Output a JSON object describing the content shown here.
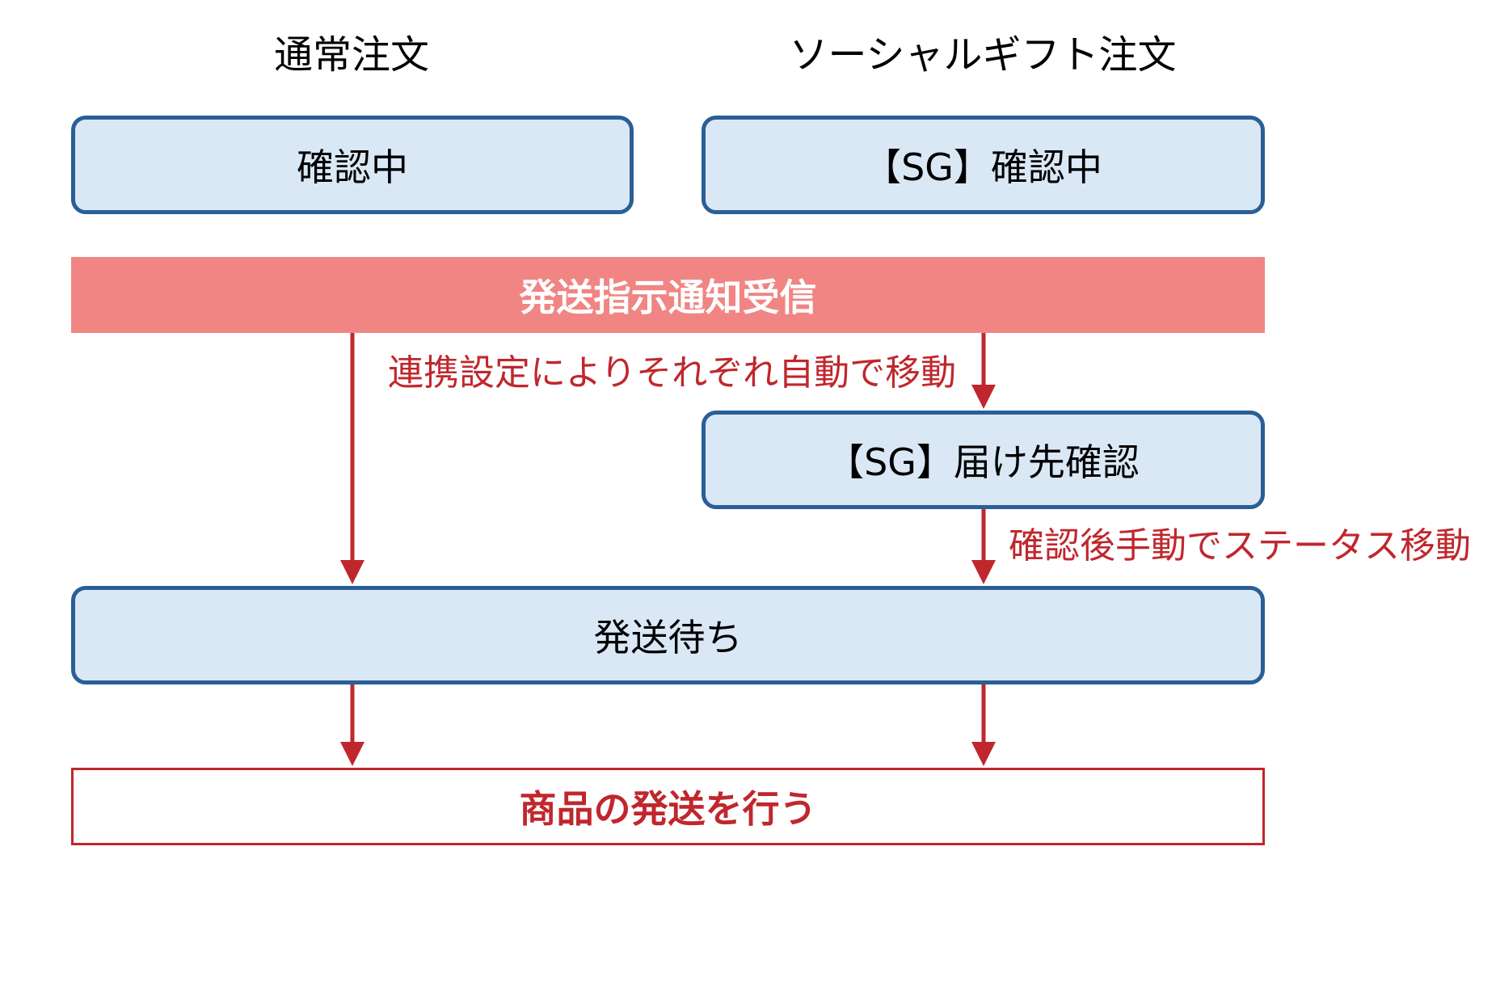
{
  "columns": {
    "normal_heading": "通常注文",
    "social_gift_heading": "ソーシャルギフト注文"
  },
  "boxes": {
    "normal_confirming": "確認中",
    "sg_confirming": "【SG】確認中",
    "sg_destination_confirm": "【SG】届け先確認",
    "awaiting_shipment": "発送待ち"
  },
  "event_band": "発送指示通知受信",
  "annotations": {
    "auto_move": "連携設定によりそれぞれ自動で移動",
    "manual_move": "確認後手動でステータス移動"
  },
  "final_action": "商品の発送を行う",
  "colors": {
    "box_fill": "#dae8f6",
    "box_border": "#2a5f96",
    "band_fill": "#f08583",
    "arrow": "#c0272d",
    "accent_text": "#c0272d"
  }
}
